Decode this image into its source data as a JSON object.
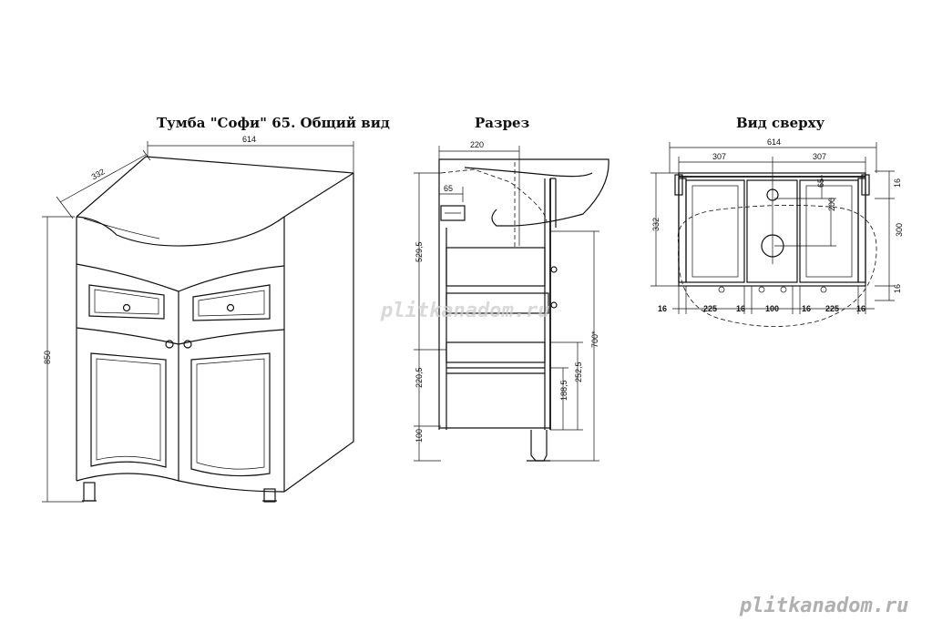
{
  "titles": {
    "general_view": "Тумба \"Софи\" 65. Общий вид",
    "section": "Разрез",
    "top_view": "Вид сверху"
  },
  "general_view_dims": {
    "width": "614",
    "depth": "332",
    "height": "850"
  },
  "section_dims": {
    "top_width": "220",
    "offset": "65",
    "upper": "529,5",
    "middle": "220,5",
    "legs": "100",
    "d1": "188,5",
    "d2": "252,5",
    "d3": "700*"
  },
  "top_view_dims": {
    "total": "614",
    "half_left": "307",
    "half_right": "307",
    "depth": "332",
    "r1": "16",
    "r2": "300",
    "r3": "16",
    "v1": "65",
    "v2": "200",
    "b1": "16",
    "b2": "225",
    "b3": "16",
    "b4": "100",
    "b5": "16",
    "b6": "225",
    "b7": "16"
  },
  "watermarks": {
    "center": "plitkanadom.ru",
    "corner": "plitkanadom.ru"
  }
}
